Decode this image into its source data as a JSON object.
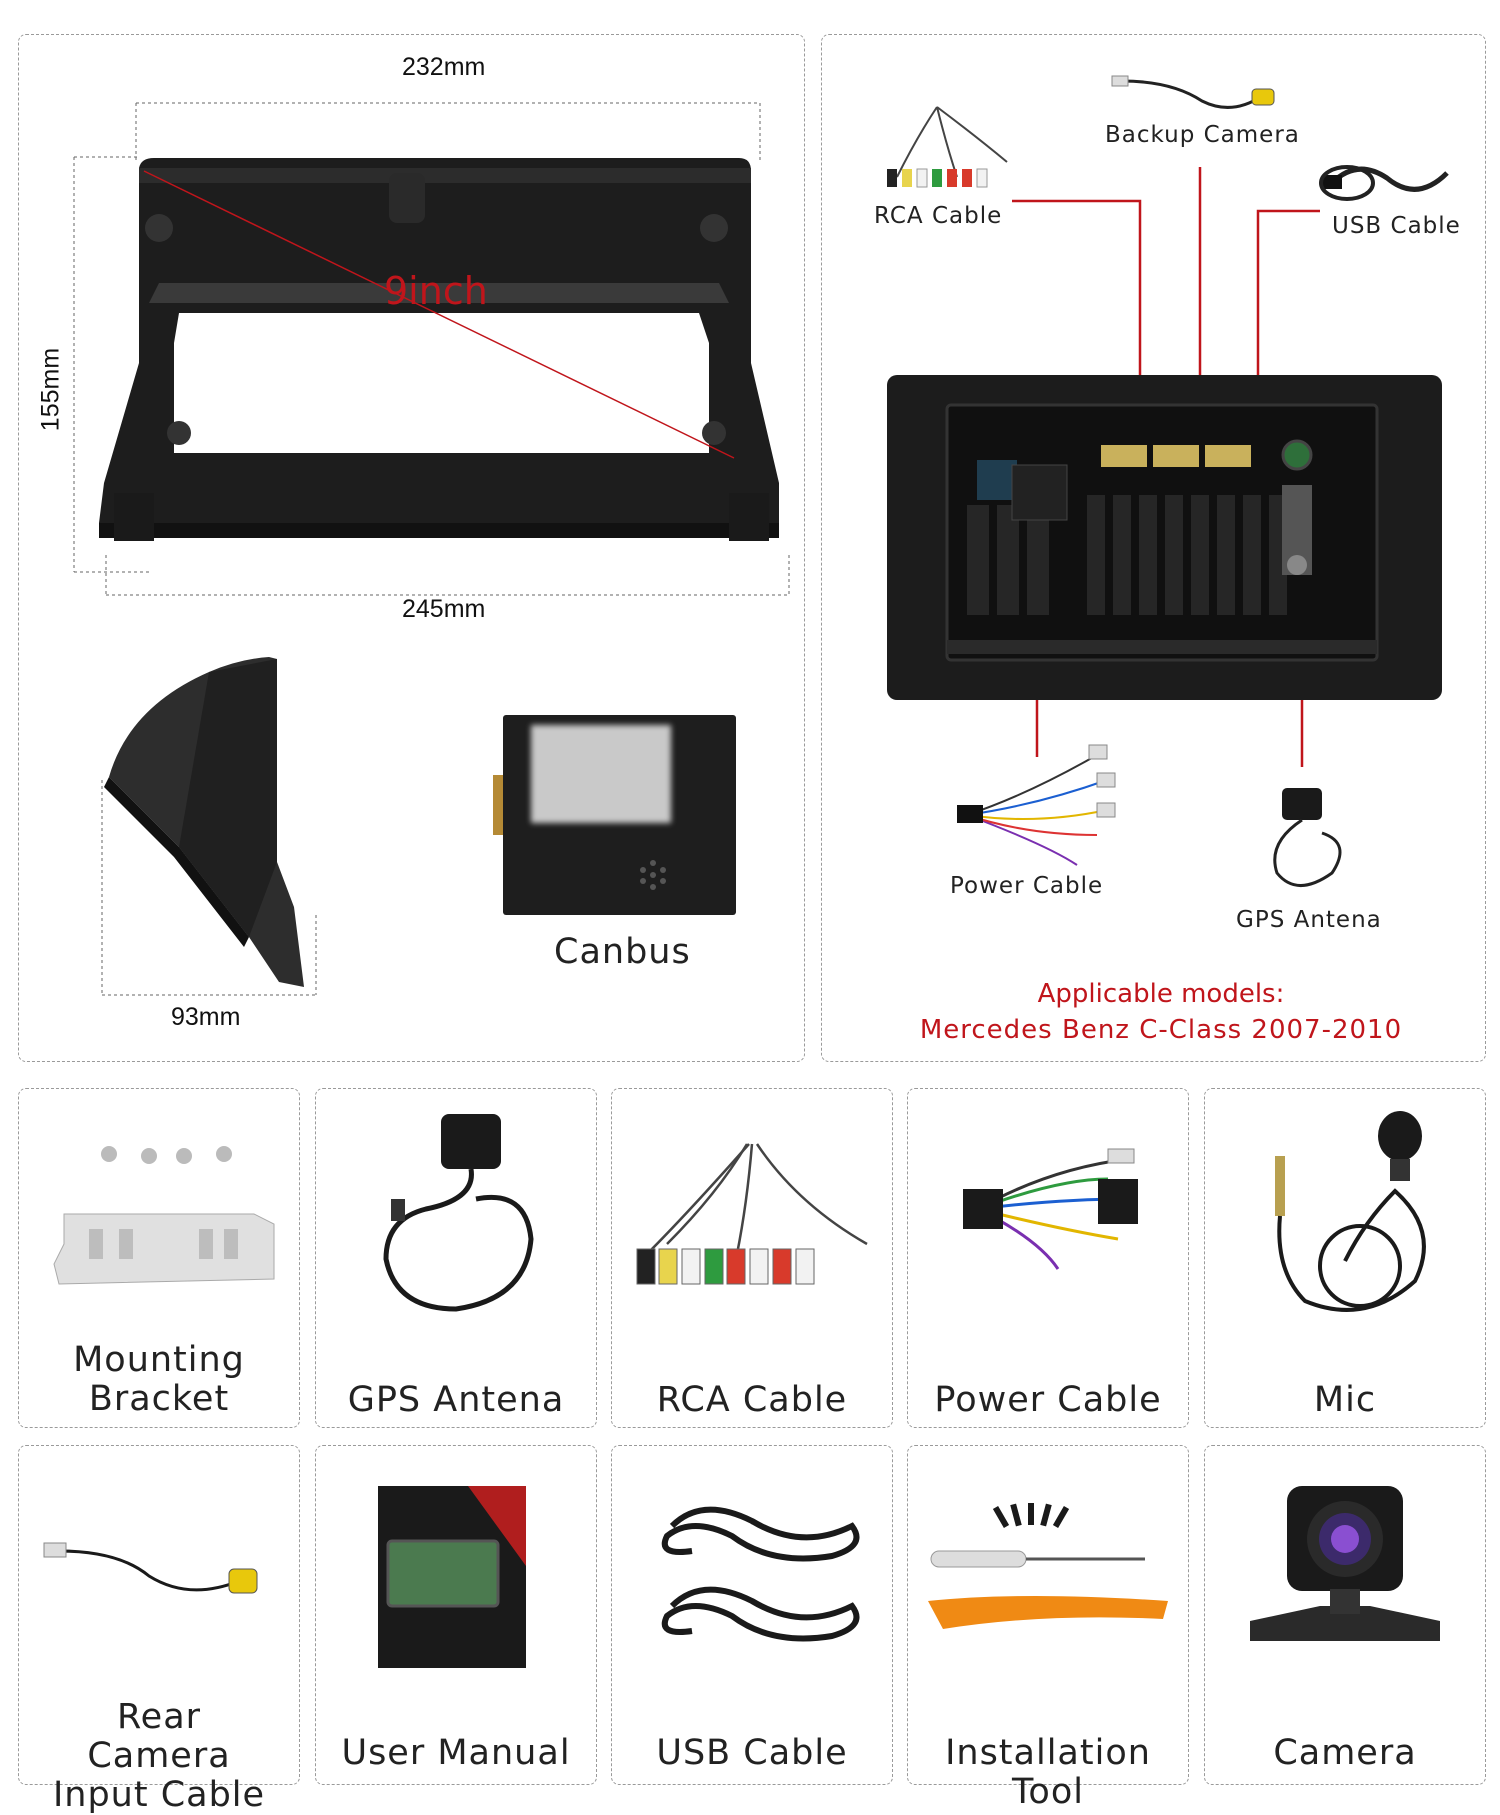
{
  "frame_dims": {
    "width_top": "232mm",
    "height": "155mm",
    "width_bottom": "245mm",
    "diagonal": "9inch"
  },
  "side_piece": {
    "depth": "93mm"
  },
  "canbus": {
    "label": "Canbus"
  },
  "wiring": {
    "rca": "RCA Cable",
    "backup_camera": "Backup Camera",
    "usb": "USB Cable",
    "power": "Power Cable",
    "gps": "GPS Antena"
  },
  "applicable": {
    "heading": "Applicable models:",
    "models": "Mercedes Benz C-Class 2007-2010",
    "color": "#c0151b"
  },
  "accessories_row1": [
    {
      "label": "Mounting Bracket",
      "icon": "mounting-bracket"
    },
    {
      "label": "GPS Antena",
      "icon": "gps-antenna"
    },
    {
      "label": "RCA Cable",
      "icon": "rca-cable"
    },
    {
      "label": "Power Cable",
      "icon": "power-cable"
    },
    {
      "label": "Mic",
      "icon": "microphone"
    }
  ],
  "accessories_row2": [
    {
      "label": "Rear Camera Input Cable",
      "icon": "rear-camera-cable"
    },
    {
      "label": "User Manual",
      "icon": "user-manual"
    },
    {
      "label": "USB Cable",
      "icon": "usb-cable"
    },
    {
      "label": "Installation Tool",
      "icon": "installation-tool"
    },
    {
      "label": "Camera",
      "icon": "camera"
    }
  ]
}
